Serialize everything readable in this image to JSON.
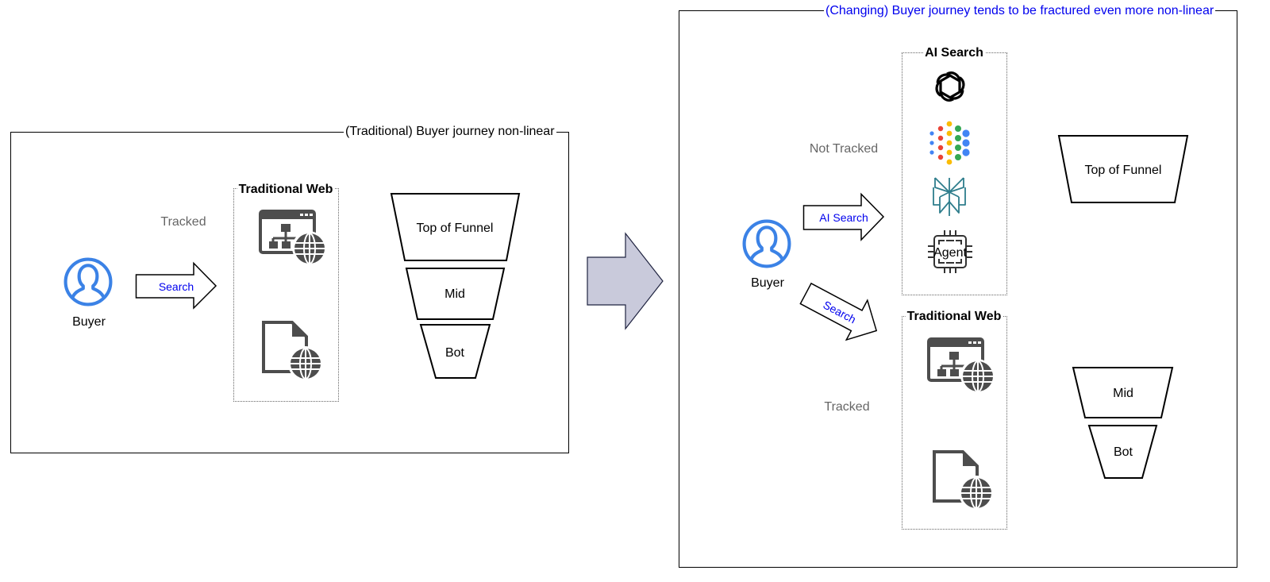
{
  "left_panel": {
    "title": "(Traditional) Buyer journey non-linear",
    "buyer_label": "Buyer",
    "tracked_label": "Tracked",
    "search_arrow_label": "Search",
    "traditional_web": {
      "title": "Traditional Web",
      "icons": [
        "website-sitemap-globe-icon",
        "web-document-globe-icon"
      ]
    },
    "funnel": [
      "Top of Funnel",
      "Mid",
      "Bot"
    ]
  },
  "transition_arrow": {
    "icon": "right-arrow-icon",
    "color": "#c9cadb"
  },
  "right_panel": {
    "title": "(Changing) Buyer journey tends to be fractured even more non-linear",
    "title_color": "#0000ee",
    "buyer_label": "Buyer",
    "not_tracked_label": "Not Tracked",
    "tracked_label": "Tracked",
    "ai_search_arrow_label": "AI Search",
    "search_arrow_label": "Search",
    "ai_search_group": {
      "title": "AI Search",
      "icons": [
        "openai-logo-icon",
        "google-gemini-dots-icon",
        "perplexity-logo-icon",
        "agent-chip-icon"
      ],
      "agent_chip_label": "Agent"
    },
    "traditional_web": {
      "title": "Traditional Web",
      "icons": [
        "website-sitemap-globe-icon",
        "web-document-globe-icon"
      ]
    },
    "funnel": [
      "Top of Funnel",
      "Mid",
      "Bot"
    ]
  },
  "colors": {
    "buyer_icon": "#3b82e6",
    "arrow_text": "#0000ee",
    "label_gray": "#666666",
    "icon_gray": "#4d4d4d"
  }
}
